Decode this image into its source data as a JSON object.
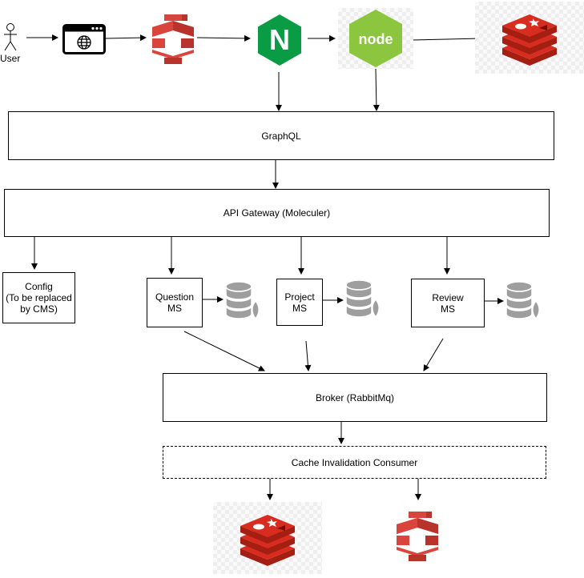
{
  "nodes": {
    "user": "User",
    "graphql": "GraphQL",
    "api_gateway": "API Gateway (Moleculer)",
    "config": "Config\n(To be replaced\nby CMS)",
    "question_ms": "Question\nMS",
    "project_ms": "Project\nMS",
    "review_ms": "Review\nMS",
    "broker": "Broker (RabbitMq)",
    "cache_consumer": "Cache Invalidation Consumer"
  },
  "icons": {
    "browser": "browser-window-globe-icon",
    "cloudfront": "aws-cloudfront-icon",
    "nginx": "nginx-icon",
    "nginx_letter": "N",
    "node": "nodejs-icon",
    "node_text": "node",
    "redis": "redis-icon",
    "database": "mongodb-database-icon"
  },
  "colors": {
    "aws_red": "#d9453c",
    "nginx_green": "#0a9b45",
    "node_green": "#8cc63f",
    "redis_red": "#d82c20",
    "db_gray": "#9e9e9e"
  }
}
